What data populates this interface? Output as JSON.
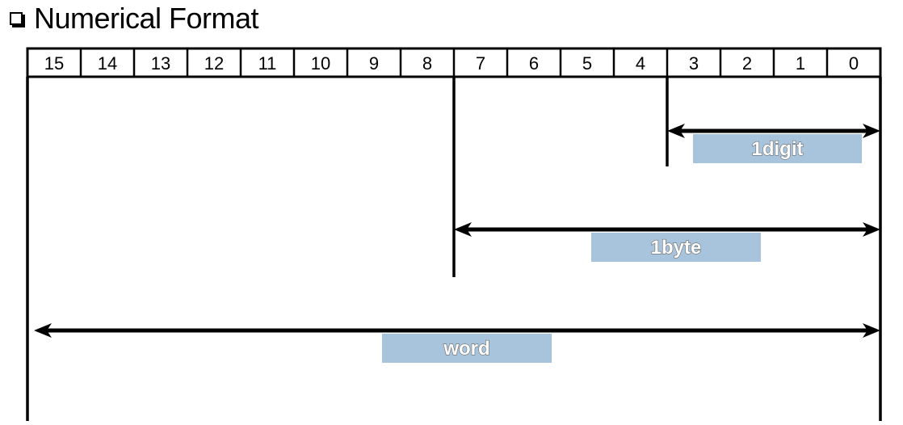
{
  "title": "Numerical Format",
  "bit_labels": [
    "15",
    "14",
    "13",
    "12",
    "11",
    "10",
    "9",
    "8",
    "7",
    "6",
    "5",
    "4",
    "3",
    "2",
    "1",
    "0"
  ],
  "ranges": [
    {
      "label": "1digit",
      "from_bit": 3,
      "to_bit": 0
    },
    {
      "label": "1byte",
      "from_bit": 7,
      "to_bit": 0
    },
    {
      "label": "word",
      "from_bit": 15,
      "to_bit": 0
    }
  ],
  "colors": {
    "label_fill": "#a7c4dc",
    "line": "#000000"
  }
}
